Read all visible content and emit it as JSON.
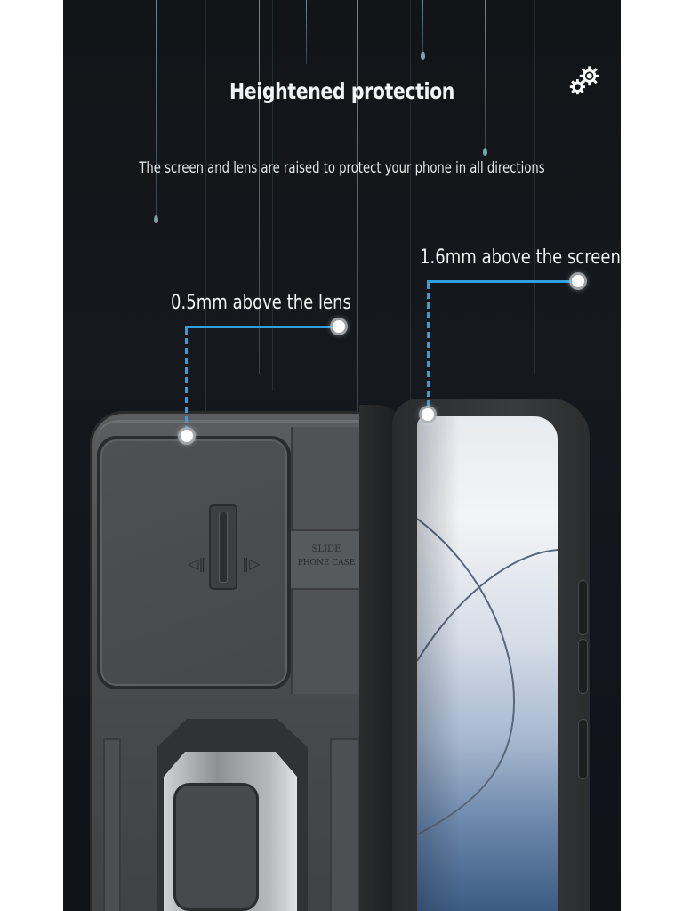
{
  "header": {
    "title": "Heightened protection",
    "subtitle": "The screen and lens are raised to protect your phone in all directions",
    "icon": "gears-icon"
  },
  "callouts": [
    {
      "label": "0.5mm above the lens",
      "target": "camera lens"
    },
    {
      "label": "1.6mm above the screen",
      "target": "screen"
    }
  ],
  "product": {
    "slider_label_line1": "SLIDE",
    "slider_label_line2": "PHONE CASE",
    "arrow_left": "◁‖",
    "arrow_right": "‖▷"
  },
  "colors": {
    "background": "#13161b",
    "callout_line": "#2f9fe0",
    "text": "#f2f3f4",
    "case": "#4a4c4f"
  }
}
